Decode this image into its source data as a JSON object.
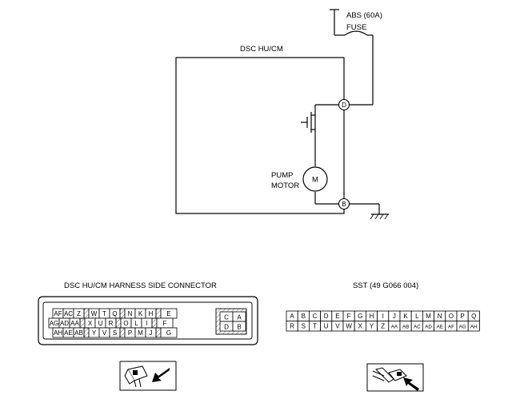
{
  "schematic": {
    "fuse_name": "ABS (60A)",
    "fuse_type": "FUSE",
    "module_name": "DSC HU/CM",
    "terminal_d": "D",
    "terminal_b": "B",
    "motor_symbol": "M",
    "motor_line1": "PUMP",
    "motor_line2": "MOTOR"
  },
  "harness_connector": {
    "title": "DSC HU/CM HARNESS SIDE CONNECTOR",
    "row1": [
      "AF",
      "AC",
      "Z",
      "",
      "W",
      "T",
      "Q",
      "",
      "N",
      "K",
      "H",
      "",
      "E"
    ],
    "row2": [
      "AG",
      "AD",
      "AA",
      "",
      "X",
      "U",
      "R",
      "",
      "O",
      "L",
      "I",
      "",
      "F"
    ],
    "row3": [
      "AH",
      "AE",
      "AB",
      "",
      "Y",
      "V",
      "S",
      "",
      "P",
      "M",
      "J",
      "",
      "G"
    ],
    "side_top": [
      "C",
      "A"
    ],
    "side_bottom": [
      "D",
      "B"
    ]
  },
  "sst": {
    "title": "SST (49 G066 004)",
    "row1": [
      "A",
      "B",
      "C",
      "D",
      "E",
      "F",
      "G",
      "H",
      "I",
      "J",
      "K",
      "L",
      "M",
      "N",
      "O",
      "P",
      "Q"
    ],
    "row2": [
      "R",
      "S",
      "T",
      "U",
      "V",
      "W",
      "X",
      "Y",
      "Z",
      "AA",
      "AB",
      "AC",
      "AD",
      "AE",
      "AF",
      "AG",
      "AH"
    ]
  }
}
